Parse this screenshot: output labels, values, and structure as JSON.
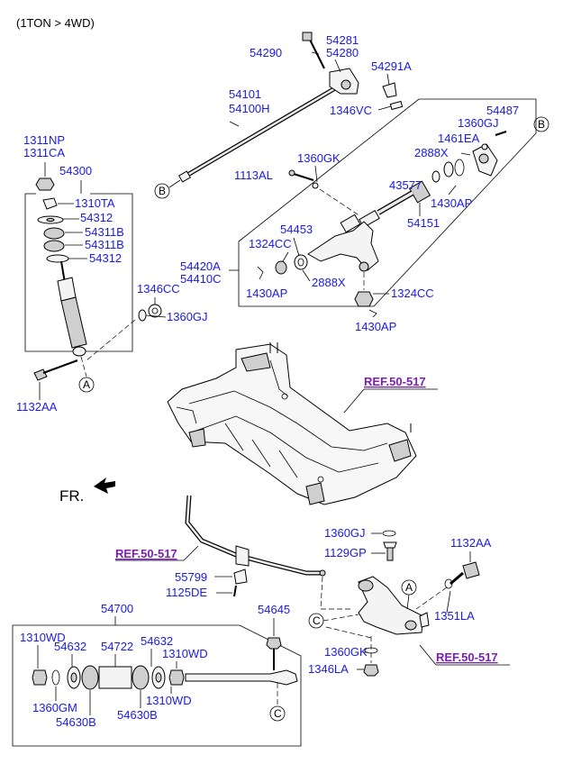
{
  "caption": "(1TON > 4WD)",
  "fr_label": "FR.",
  "callouts": {
    "A": "A",
    "B": "B",
    "C": "C"
  },
  "refs": {
    "upper": "REF.50-517",
    "left": "REF.50-517",
    "lower": "REF.50-517"
  },
  "parts": {
    "p54290": "54290",
    "p54281": "54281",
    "p54280": "54280",
    "p54291A": "54291A",
    "p1346VC": "1346VC",
    "p54101": "54101",
    "p54100H": "54100H",
    "p54487": "54487",
    "p1360GJ_top": "1360GJ",
    "p1461EA": "1461EA",
    "p2888X_top": "2888X",
    "p1430AP_right": "1430AP",
    "p1311NP": "1311NP",
    "p1311CA": "1311CA",
    "p54300": "54300",
    "p1310TA": "1310TA",
    "p54312_a": "54312",
    "p54311B_a": "54311B",
    "p54311B_b": "54311B",
    "p54312_b": "54312",
    "p1360GK_top": "1360GK",
    "p1113AL": "1113AL",
    "p43577": "43577",
    "p54151": "54151",
    "p54453": "54453",
    "p1324CC_a": "1324CC",
    "p54420A": "54420A",
    "p54410C": "54410C",
    "p2888X_mid": "2888X",
    "p1430AP_mid": "1430AP",
    "p1324CC_b": "1324CC",
    "p1430AP_low": "1430AP",
    "p1346CC": "1346CC",
    "p1360GJ_mid": "1360GJ",
    "p1132AA_left": "1132AA",
    "p1360GJ_bot": "1360GJ",
    "p1129GP": "1129GP",
    "p1132AA_right": "1132AA",
    "p55799": "55799",
    "p1125DE": "1125DE",
    "p1351LA": "1351LA",
    "p54700": "54700",
    "p54645": "54645",
    "p1310WD_a": "1310WD",
    "p54632_a": "54632",
    "p54722": "54722",
    "p54632_b": "54632",
    "p1310WD_b": "1310WD",
    "p1360GM": "1360GM",
    "p54630B_a": "54630B",
    "p54630B_b": "54630B",
    "p1310WD_c": "1310WD",
    "p1360GK_bot": "1360GK",
    "p1346LA": "1346LA"
  }
}
